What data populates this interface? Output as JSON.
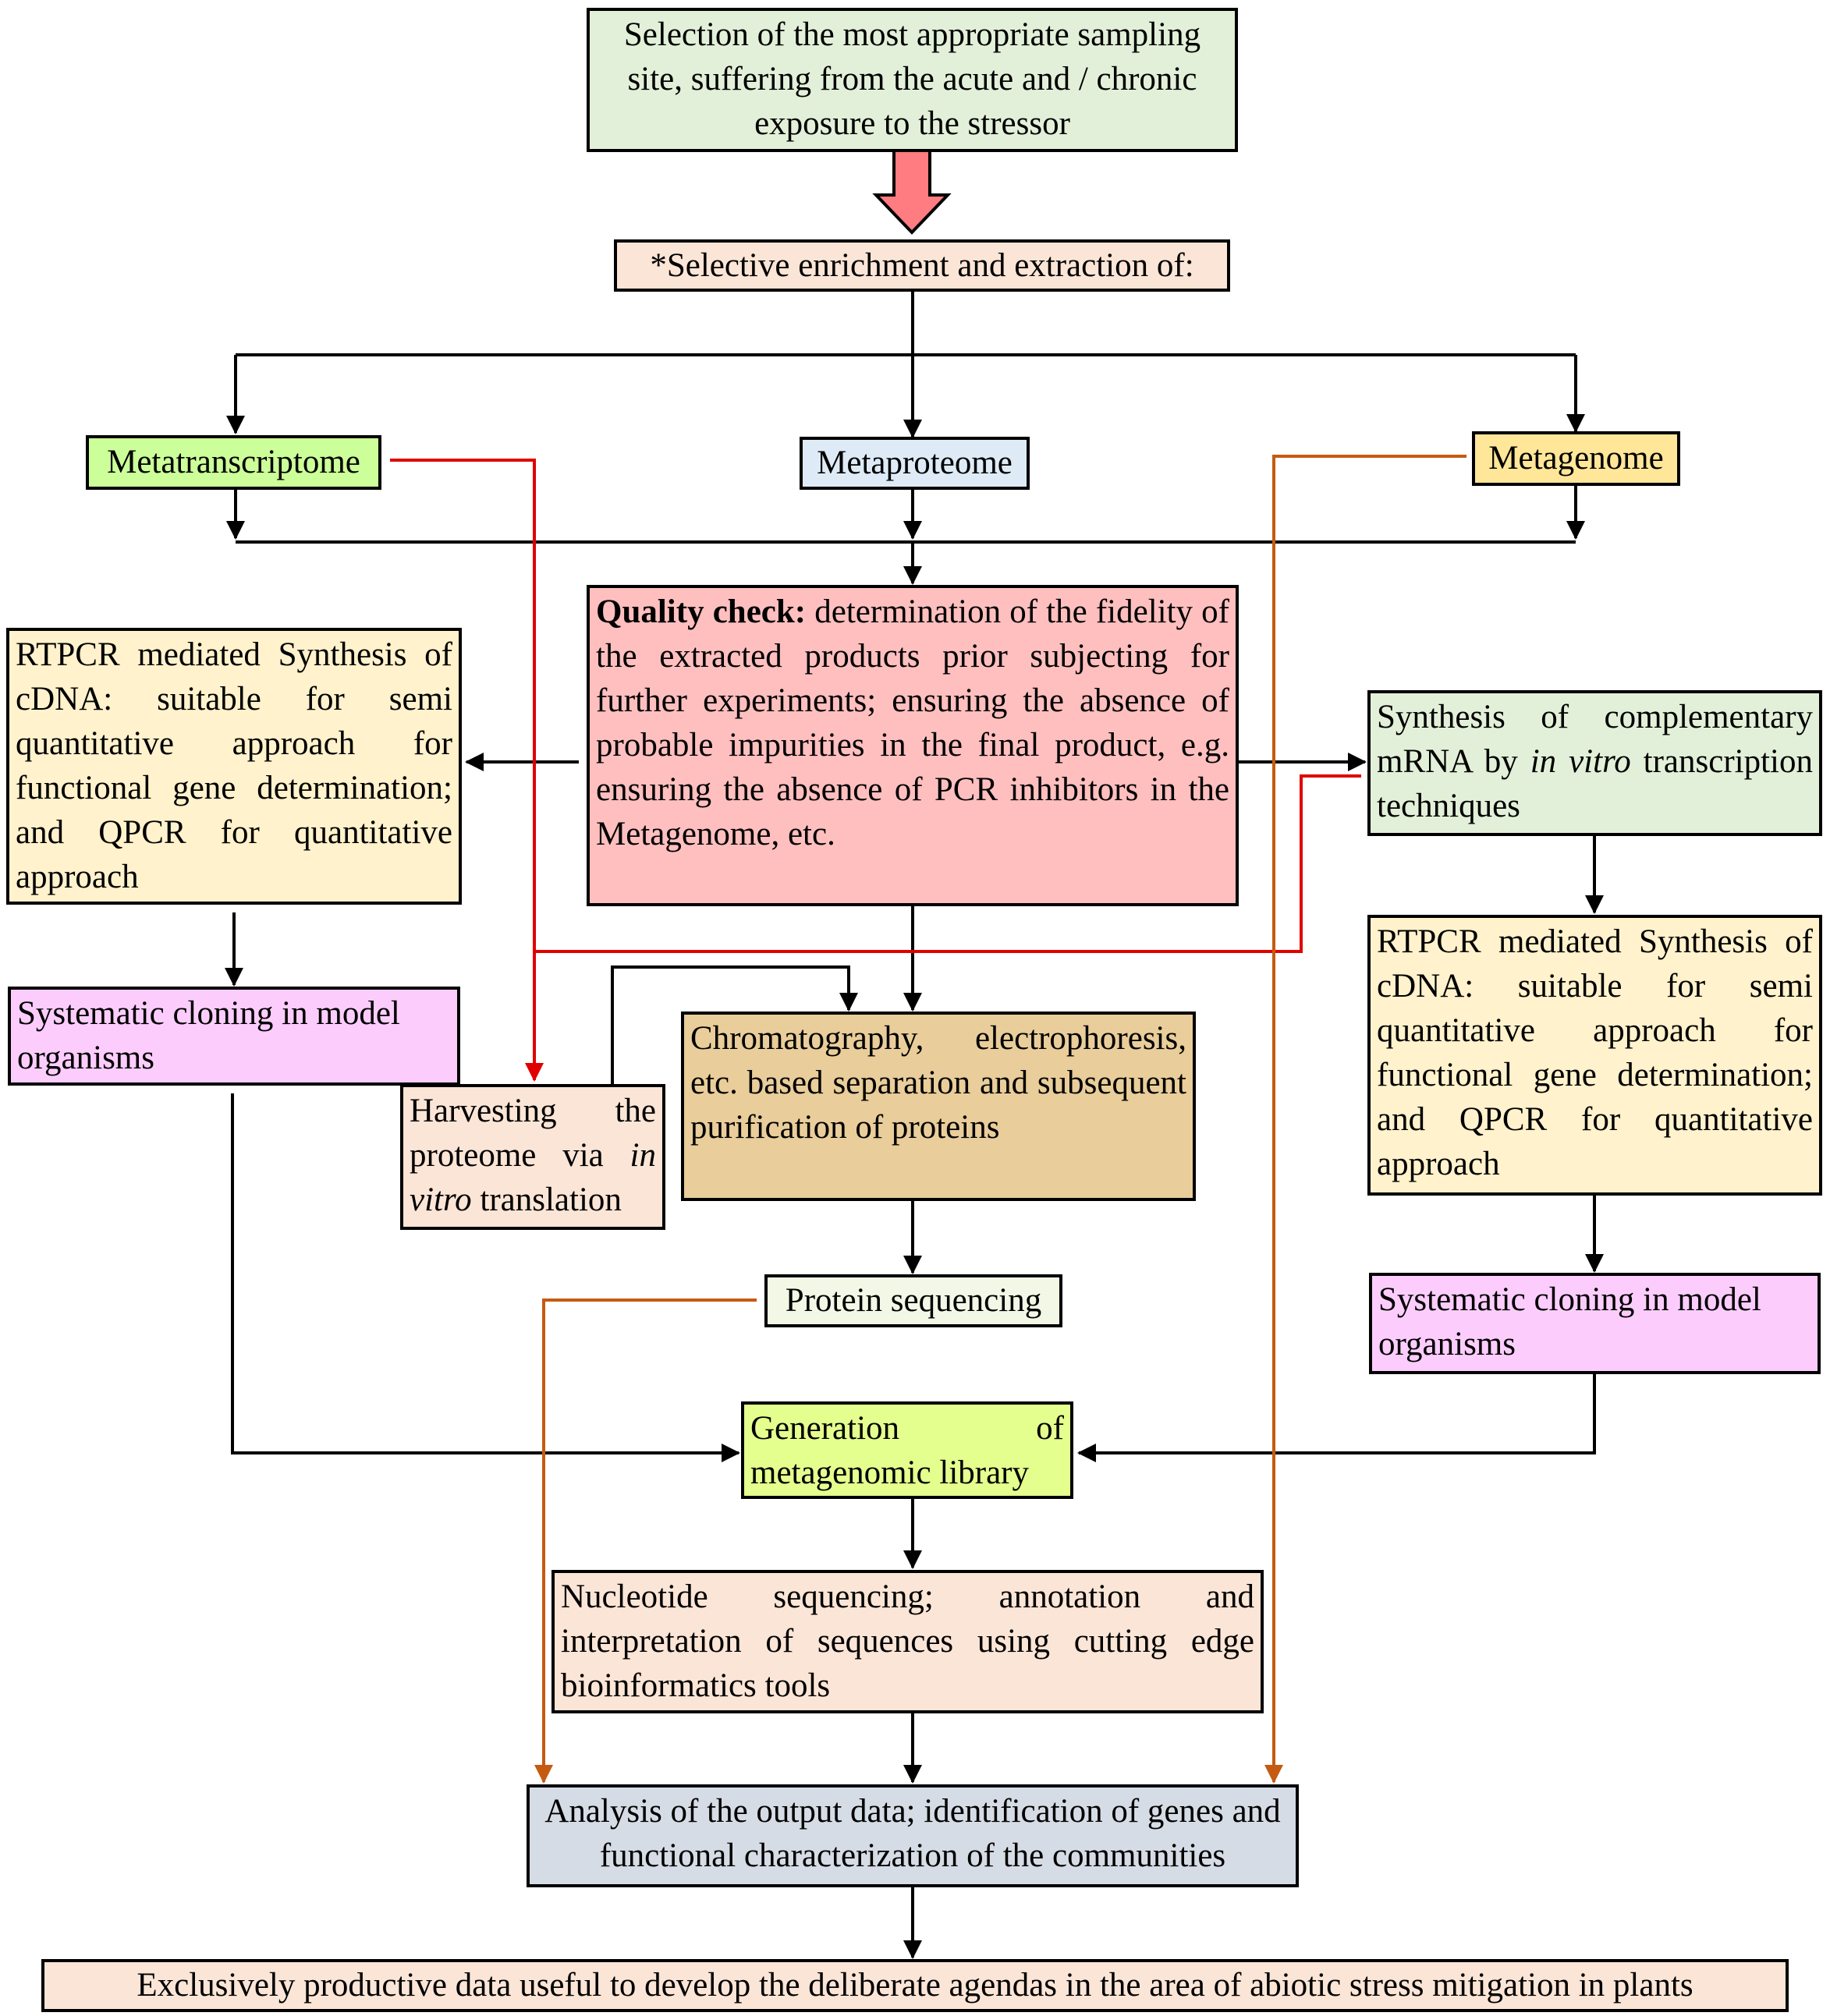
{
  "colors": {
    "pale_green": "#e3f0d9",
    "peach": "#fbe5d6",
    "green": "#ccff99",
    "light_blue": "#deebf7",
    "yellow": "#ffe699",
    "red_pink": "#ffbfbf",
    "cream": "#fff2cc",
    "violet": "#fccdfc",
    "tan": "#e9cd9a",
    "lime": "#e5ff8f",
    "grey_blue": "#d6dce5",
    "arrow_red": "#ff7c80",
    "line_red": "#e00000",
    "line_orange": "#c55a11"
  },
  "nodes": {
    "sampling_site": "Selection of the most appropriate sampling site, suffering from the acute and / chronic exposure to the stressor",
    "enrichment": "*Selective enrichment and extraction of:",
    "metatranscriptome": "Metatranscriptome",
    "metaproteome": "Metaproteome",
    "metagenome": "Metagenome",
    "quality_check": {
      "bold": "Quality check:",
      "text": " determination of the fidelity of the extracted products prior subjecting for further experiments; ensuring the absence of probable impurities in the final product, e.g. ensuring the absence of PCR inhibitors in the Metagenome, etc."
    },
    "rtpcr_left": "RTPCR mediated Synthesis of cDNA: suitable for semi quantitative approach for functional gene determination; and QPCR for quantitative approach",
    "cloning_left": "Systematic cloning in model organisms",
    "harvesting": {
      "before": "Harvesting the proteome via ",
      "italic": "in vitro",
      "after": " translation"
    },
    "chromatography": "Chromatography, electrophoresis, etc. based separation and subsequent purification of proteins",
    "protein_sequencing": "Protein sequencing",
    "complementary_mrna": {
      "before": "Synthesis of complementary mRNA by ",
      "italic": "in vitro",
      "after": " transcription techniques"
    },
    "rtpcr_right": "RTPCR mediated Synthesis of cDNA: suitable for semi quantitative approach for functional gene determination; and QPCR for quantitative approach",
    "cloning_right": "Systematic cloning in model organisms",
    "library": "Generation of metagenomic library",
    "nucleotide": "Nucleotide sequencing; annotation and interpretation of sequences using cutting edge bioinformatics tools",
    "analysis": "Analysis of the output data; identification of genes and functional characterization of the communities",
    "final": "Exclusively productive data useful to develop the deliberate agendas in the area of abiotic stress mitigation in plants"
  }
}
